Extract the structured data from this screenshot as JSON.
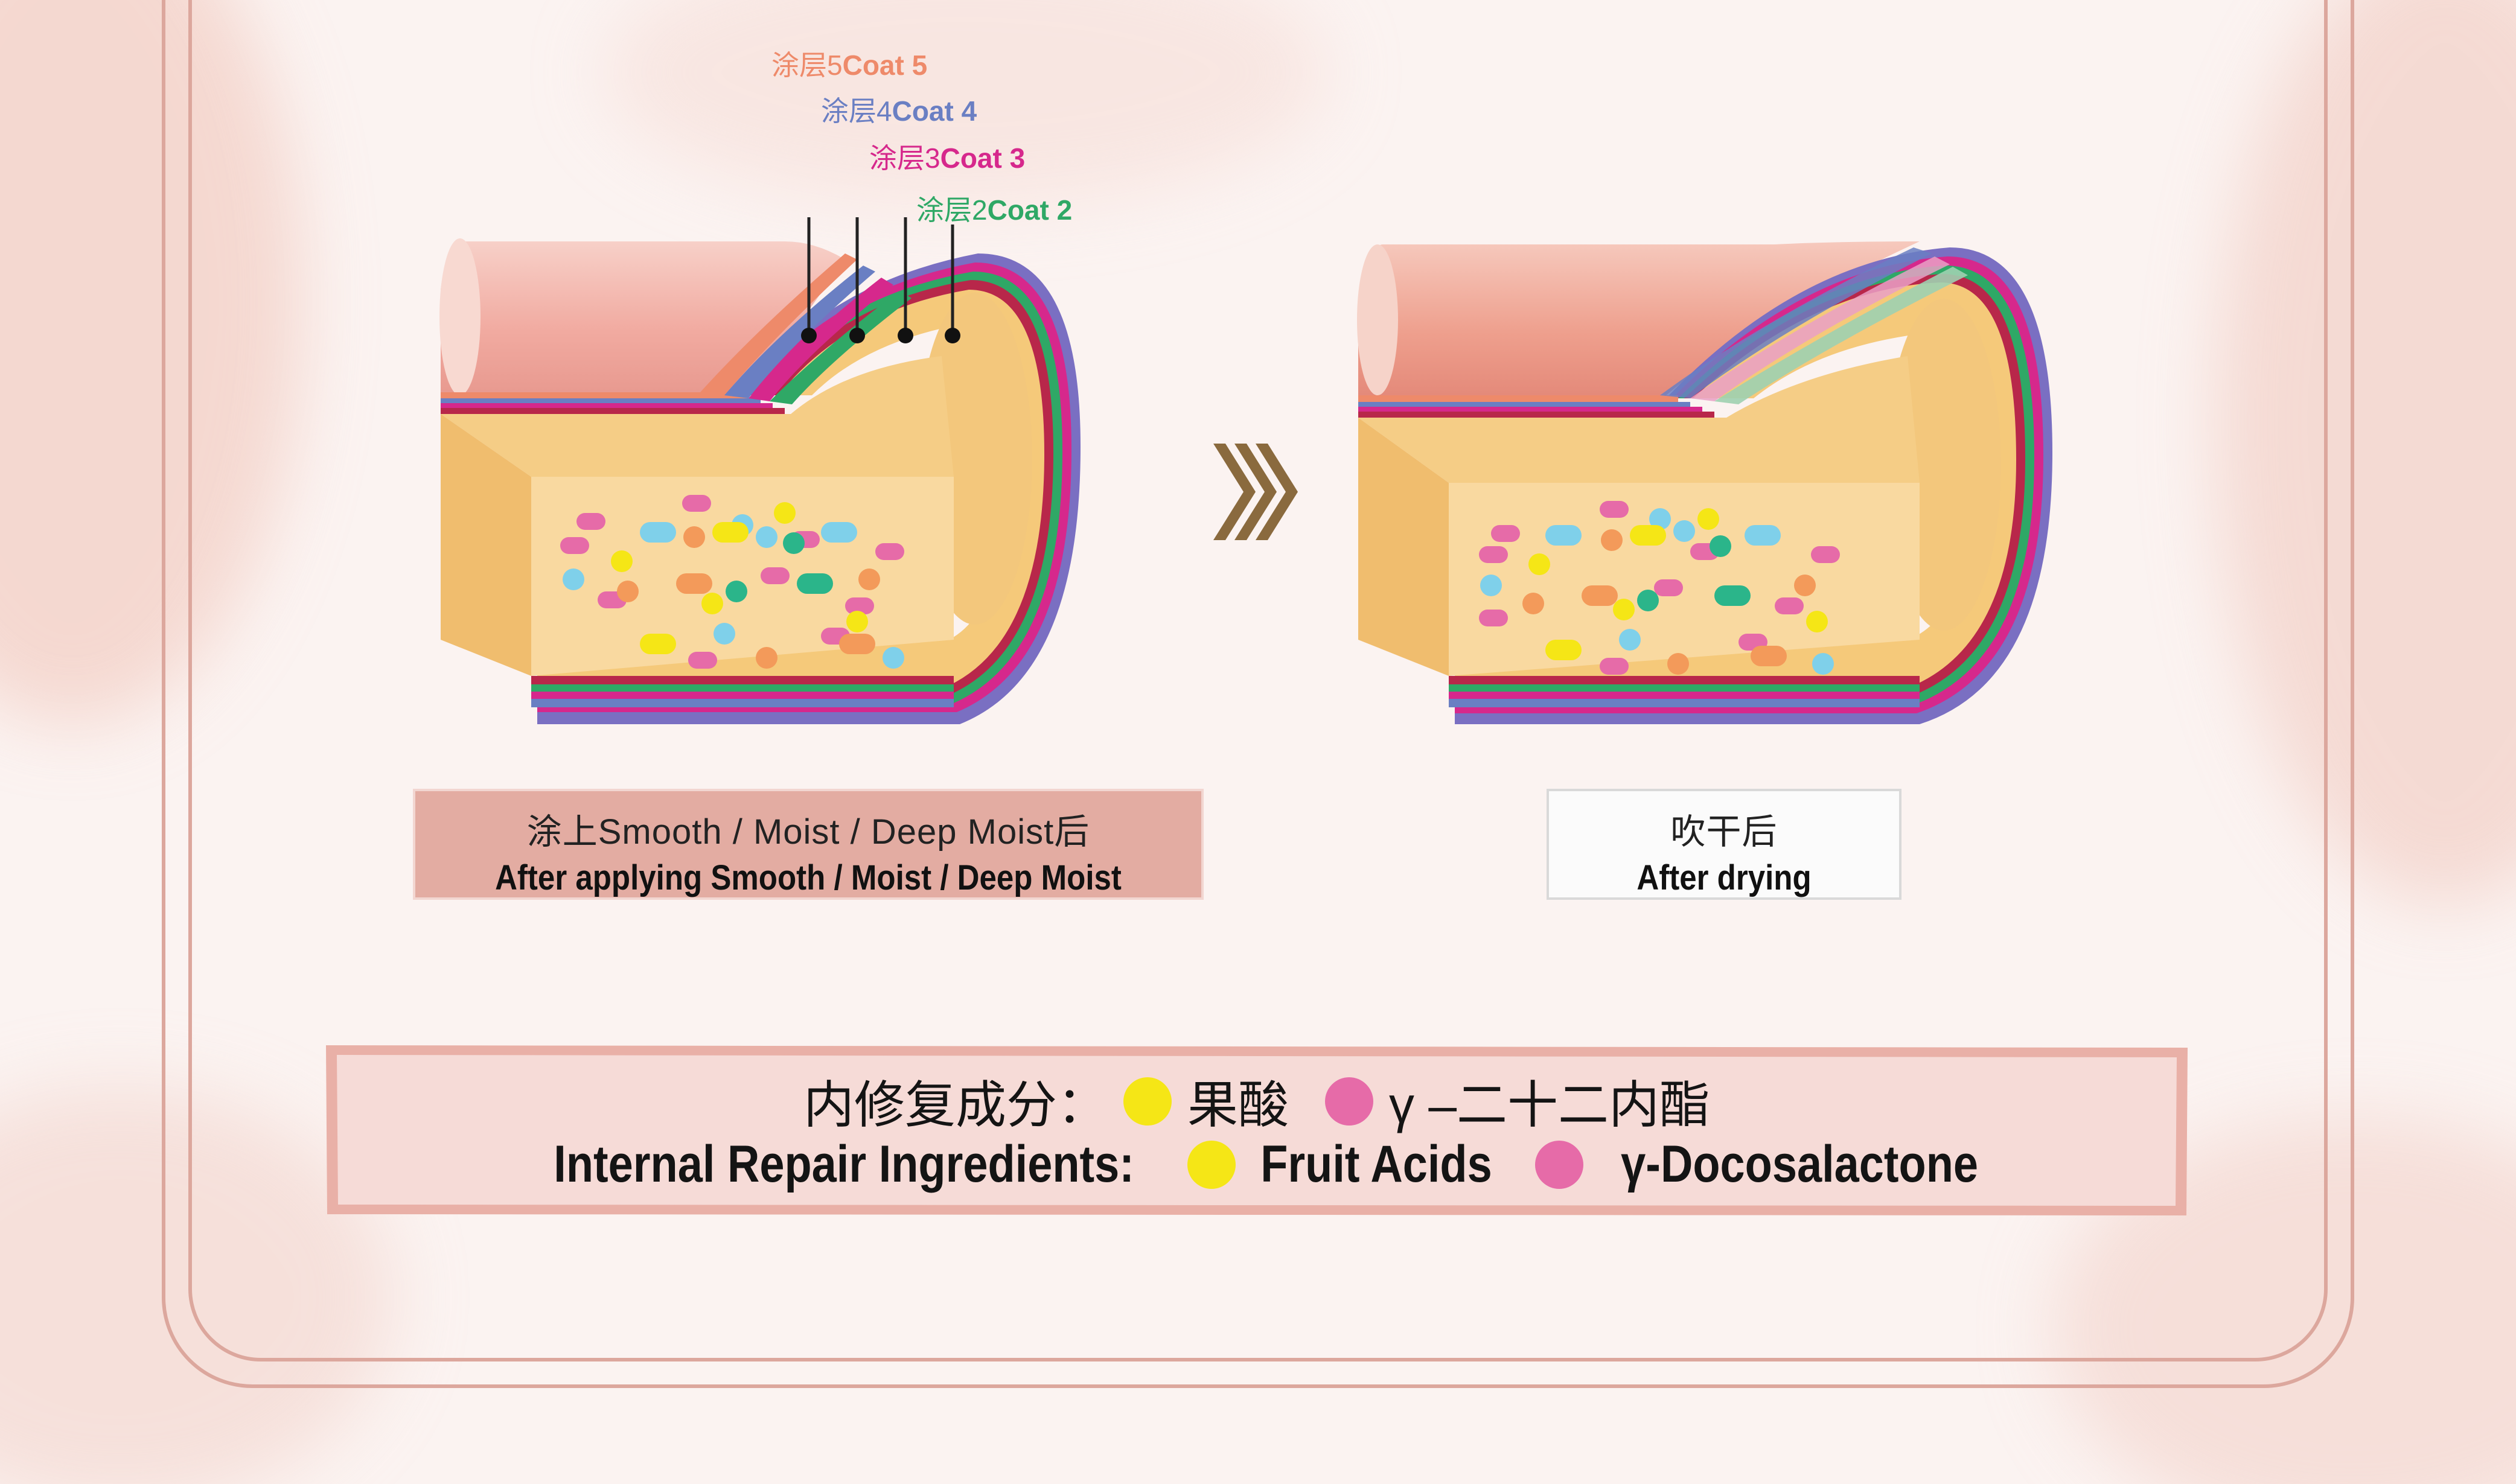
{
  "coats": [
    {
      "zh": "涂层5",
      "en": "Coat 5",
      "color": "#ee8a6a"
    },
    {
      "zh": "涂层4",
      "en": "Coat 4",
      "color": "#6a7fc3"
    },
    {
      "zh": "涂层3",
      "en": "Coat 3",
      "color": "#d6288c"
    },
    {
      "zh": "涂层2",
      "en": "Coat 2",
      "color": "#2fa866"
    }
  ],
  "captions": {
    "applied": {
      "zh": "涂上Smooth / Moist / Deep Moist后",
      "en": "After applying Smooth / Moist / Deep Moist"
    },
    "dried": {
      "zh": "吹干后",
      "en": "After drying"
    }
  },
  "legend": {
    "zh_label": "内修复成分：",
    "zh_fruit": "果酸",
    "zh_gamma": "γ –二十二内酯",
    "en_label": "Internal Repair Ingredients:",
    "en_fruit": "Fruit Acids",
    "en_gamma": "γ-Docosalactone"
  },
  "colors": {
    "fruit_acid": "#f5e616",
    "docosalactone": "#e66ba8",
    "accent": "#dca79d",
    "arrow": "#8a6a3e"
  },
  "icons": {
    "arrow": "triple-chevron-right-icon"
  }
}
